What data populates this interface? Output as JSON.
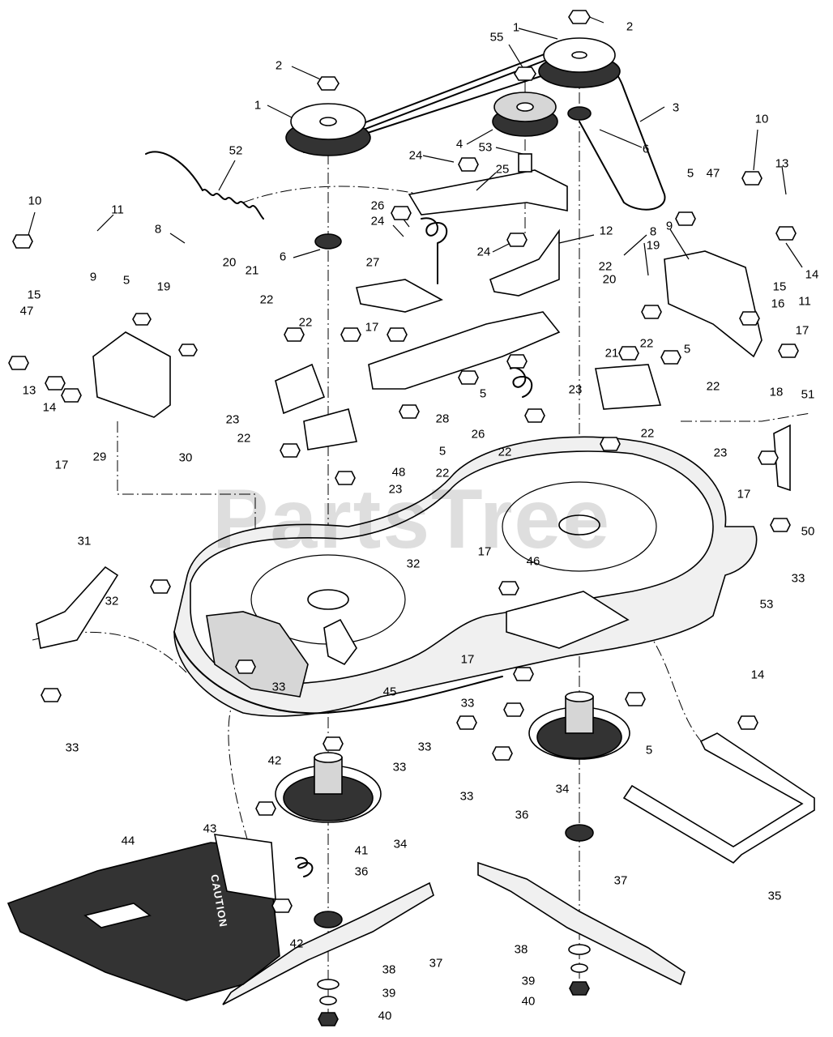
{
  "watermark": "PartsTree",
  "caution_text": "CAUTION",
  "callouts": [
    {
      "id": "c1",
      "label": "1"
    },
    {
      "id": "c2",
      "label": "2"
    },
    {
      "id": "c3",
      "label": "55"
    },
    {
      "id": "c4",
      "label": "2"
    },
    {
      "id": "c5",
      "label": "1"
    },
    {
      "id": "c6",
      "label": "3"
    },
    {
      "id": "c7",
      "label": "4"
    },
    {
      "id": "c8",
      "label": "53"
    },
    {
      "id": "c9",
      "label": "6"
    },
    {
      "id": "c10",
      "label": "52"
    },
    {
      "id": "c11",
      "label": "24"
    },
    {
      "id": "c12",
      "label": "25"
    },
    {
      "id": "c13",
      "label": "10"
    },
    {
      "id": "c14",
      "label": "13"
    },
    {
      "id": "c15",
      "label": "5"
    },
    {
      "id": "c16",
      "label": "47"
    },
    {
      "id": "c17",
      "label": "10"
    },
    {
      "id": "c18",
      "label": "11"
    },
    {
      "id": "c19",
      "label": "26"
    },
    {
      "id": "c20",
      "label": "24"
    },
    {
      "id": "c21",
      "label": "8"
    },
    {
      "id": "c22",
      "label": "6"
    },
    {
      "id": "c23",
      "label": "12"
    },
    {
      "id": "c24",
      "label": "9"
    },
    {
      "id": "c25",
      "label": "19"
    },
    {
      "id": "c26",
      "label": "8"
    },
    {
      "id": "c27",
      "label": "14"
    },
    {
      "id": "c28",
      "label": "24"
    },
    {
      "id": "c29",
      "label": "20"
    },
    {
      "id": "c30",
      "label": "21"
    },
    {
      "id": "c31",
      "label": "27"
    },
    {
      "id": "c32",
      "label": "9"
    },
    {
      "id": "c33",
      "label": "5"
    },
    {
      "id": "c34",
      "label": "15"
    },
    {
      "id": "c35",
      "label": "22"
    },
    {
      "id": "c36",
      "label": "20"
    },
    {
      "id": "c37",
      "label": "15"
    },
    {
      "id": "c38",
      "label": "16"
    },
    {
      "id": "c39",
      "label": "11"
    },
    {
      "id": "c40",
      "label": "47"
    },
    {
      "id": "c41",
      "label": "19"
    },
    {
      "id": "c42",
      "label": "22"
    },
    {
      "id": "c43",
      "label": "22"
    },
    {
      "id": "c44",
      "label": "17"
    },
    {
      "id": "c45",
      "label": "17"
    },
    {
      "id": "c46",
      "label": "5"
    },
    {
      "id": "c47",
      "label": "22"
    },
    {
      "id": "c48",
      "label": "21"
    },
    {
      "id": "c49",
      "label": "22"
    },
    {
      "id": "c50",
      "label": "51"
    },
    {
      "id": "c51",
      "label": "13"
    },
    {
      "id": "c52",
      "label": "14"
    },
    {
      "id": "c53",
      "label": "23"
    },
    {
      "id": "c54",
      "label": "18"
    },
    {
      "id": "c55",
      "label": "5"
    },
    {
      "id": "c56",
      "label": "28"
    },
    {
      "id": "c57",
      "label": "26"
    },
    {
      "id": "c58",
      "label": "22"
    },
    {
      "id": "c59",
      "label": "23"
    },
    {
      "id": "c60",
      "label": "29"
    },
    {
      "id": "c61",
      "label": "30"
    },
    {
      "id": "c62",
      "label": "17"
    },
    {
      "id": "c63",
      "label": "22"
    },
    {
      "id": "c64",
      "label": "5"
    },
    {
      "id": "c65",
      "label": "22"
    },
    {
      "id": "c66",
      "label": "23"
    },
    {
      "id": "c67",
      "label": "48"
    },
    {
      "id": "c68",
      "label": "22"
    },
    {
      "id": "c69",
      "label": "23"
    },
    {
      "id": "c70",
      "label": "17"
    },
    {
      "id": "c71",
      "label": "50"
    },
    {
      "id": "c72",
      "label": "33"
    },
    {
      "id": "c73",
      "label": "31"
    },
    {
      "id": "c74",
      "label": "32"
    },
    {
      "id": "c75",
      "label": "32"
    },
    {
      "id": "c76",
      "label": "17"
    },
    {
      "id": "c77",
      "label": "46"
    },
    {
      "id": "c78",
      "label": "53"
    },
    {
      "id": "c79",
      "label": "33"
    },
    {
      "id": "c80",
      "label": "45"
    },
    {
      "id": "c81",
      "label": "17"
    },
    {
      "id": "c82",
      "label": "33"
    },
    {
      "id": "c83",
      "label": "33"
    },
    {
      "id": "c84",
      "label": "5"
    },
    {
      "id": "c85",
      "label": "14"
    },
    {
      "id": "c86",
      "label": "33"
    },
    {
      "id": "c87",
      "label": "42"
    },
    {
      "id": "c88",
      "label": "33"
    },
    {
      "id": "c89",
      "label": "33"
    },
    {
      "id": "c90",
      "label": "34"
    },
    {
      "id": "c91",
      "label": "43"
    },
    {
      "id": "c92",
      "label": "44"
    },
    {
      "id": "c93",
      "label": "34"
    },
    {
      "id": "c94",
      "label": "41"
    },
    {
      "id": "c95",
      "label": "36"
    },
    {
      "id": "c96",
      "label": "35"
    },
    {
      "id": "c97",
      "label": "36"
    },
    {
      "id": "c98",
      "label": "37"
    },
    {
      "id": "c99",
      "label": "42"
    },
    {
      "id": "c100",
      "label": "37"
    },
    {
      "id": "c101",
      "label": "38"
    },
    {
      "id": "c102",
      "label": "39"
    },
    {
      "id": "c103",
      "label": "38"
    },
    {
      "id": "c104",
      "label": "39"
    },
    {
      "id": "c105",
      "label": "40"
    },
    {
      "id": "c106",
      "label": "40"
    }
  ]
}
